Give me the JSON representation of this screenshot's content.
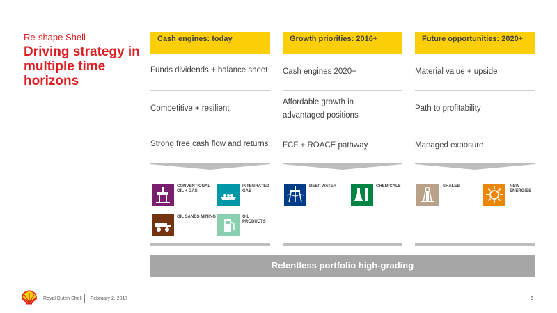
{
  "slide": {
    "subtitle": "Re-shape Shell",
    "title": "Driving strategy in multiple time horizons"
  },
  "columns": [
    {
      "header": "Cash engines: today",
      "rows": [
        "Funds dividends + balance sheet",
        "Competitive + resilient",
        "Strong free cash flow and returns"
      ],
      "icons": [
        {
          "icon": "oil-gas-platform-icon",
          "label": "CONVENTIONAL OIL + GAS",
          "color": "#7a1f6f"
        },
        {
          "icon": "lng-ship-icon",
          "label": "INTEGRATED GAS",
          "color": "#0097a9"
        },
        {
          "icon": "mining-truck-icon",
          "label": "OIL SANDS MINING",
          "color": "#743410"
        },
        {
          "icon": "fuel-pump-icon",
          "label": "OIL PRODUCTS",
          "color": "#89cfb0"
        }
      ]
    },
    {
      "header": "Growth priorities: 2016+",
      "rows": [
        "Cash engines 2020+",
        "Affordable growth in advantaged positions",
        "FCF + ROACE pathway"
      ],
      "icons": [
        {
          "icon": "deep-water-rig-icon",
          "label": "DEEP WATER",
          "color": "#003c88"
        },
        {
          "icon": "chemicals-flask-icon",
          "label": "CHEMICALS",
          "color": "#008443"
        }
      ]
    },
    {
      "header": "Future opportunities: 2020+",
      "rows": [
        "Material value + upside",
        "Path to profitability",
        "Managed exposure"
      ],
      "icons": [
        {
          "icon": "shales-drill-icon",
          "label": "SHALES",
          "color": "#b8a089"
        },
        {
          "icon": "sun-energy-icon",
          "label": "NEW ENERGIES",
          "color": "#eb8705"
        }
      ]
    }
  ],
  "banner": "Relentless portfolio high-grading",
  "footer": {
    "company": "Royal Dutch Shell",
    "date": "February 2, 2017",
    "page": "6"
  }
}
